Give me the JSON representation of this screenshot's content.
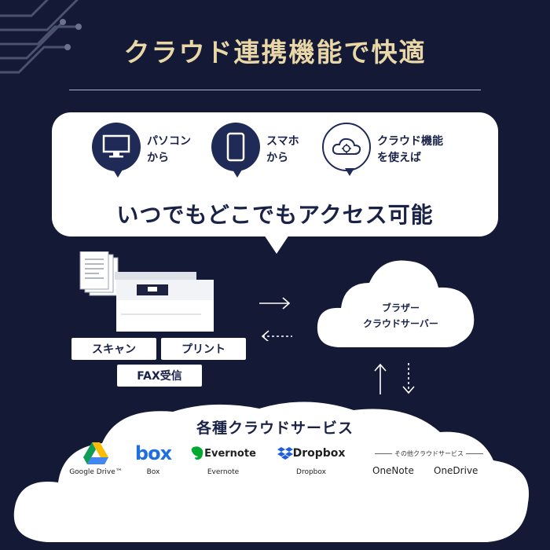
{
  "title": "クラウド連携機能で快適",
  "access_methods": [
    {
      "label": "パソコン\nから",
      "icon": "monitor-icon"
    },
    {
      "label": "スマホ\nから",
      "icon": "smartphone-icon"
    },
    {
      "label": "クラウド機能\nを使えば",
      "icon": "cloud-icon"
    }
  ],
  "headline": "いつでもどこでもアクセス可能",
  "device_functions": {
    "scan": "スキャン",
    "print": "プリント",
    "fax": "FAX受信"
  },
  "browser_server": "ブラザー\nクラウドサーバー",
  "services": {
    "title": "各種クラウドサービス",
    "items": [
      {
        "logo": "",
        "caption": "Google Drive™"
      },
      {
        "logo": "box",
        "caption": "Box"
      },
      {
        "logo": "Evernote",
        "caption": "Evernote"
      },
      {
        "logo": "Dropbox",
        "caption": "Dropbox"
      }
    ],
    "other_heading": "その他クラウドサービス",
    "others": [
      "OneNote",
      "OneDrive"
    ]
  },
  "colors": {
    "background": "#141a35",
    "title_gold": "#e9d7a7",
    "navy": "#1f2a57"
  }
}
